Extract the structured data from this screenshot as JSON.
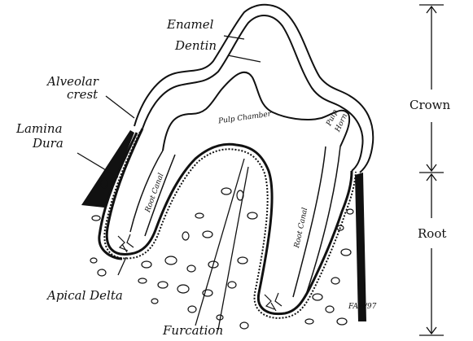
{
  "labels": {
    "enamel": "Enamel",
    "dentin": "Dentin",
    "alveolar_crest_line1": "Alveolar",
    "alveolar_crest_line2": "crest",
    "lamina_dura_line1": "Lamina",
    "lamina_dura_line2": "Dura",
    "pulp_chamber": "Pulp Chamber",
    "pulp_horn_line1": "Pulp",
    "pulp_horn_line2": "Horn",
    "root_canal_left": "Root Canal",
    "root_canal_right": "Root Canal",
    "crown": "Crown",
    "root": "Root",
    "apical_delta": "Apical Delta",
    "furcation": "Furcation",
    "signature": "FAH/97"
  },
  "colors": {
    "ink": "#111111",
    "paper": "#ffffff"
  }
}
